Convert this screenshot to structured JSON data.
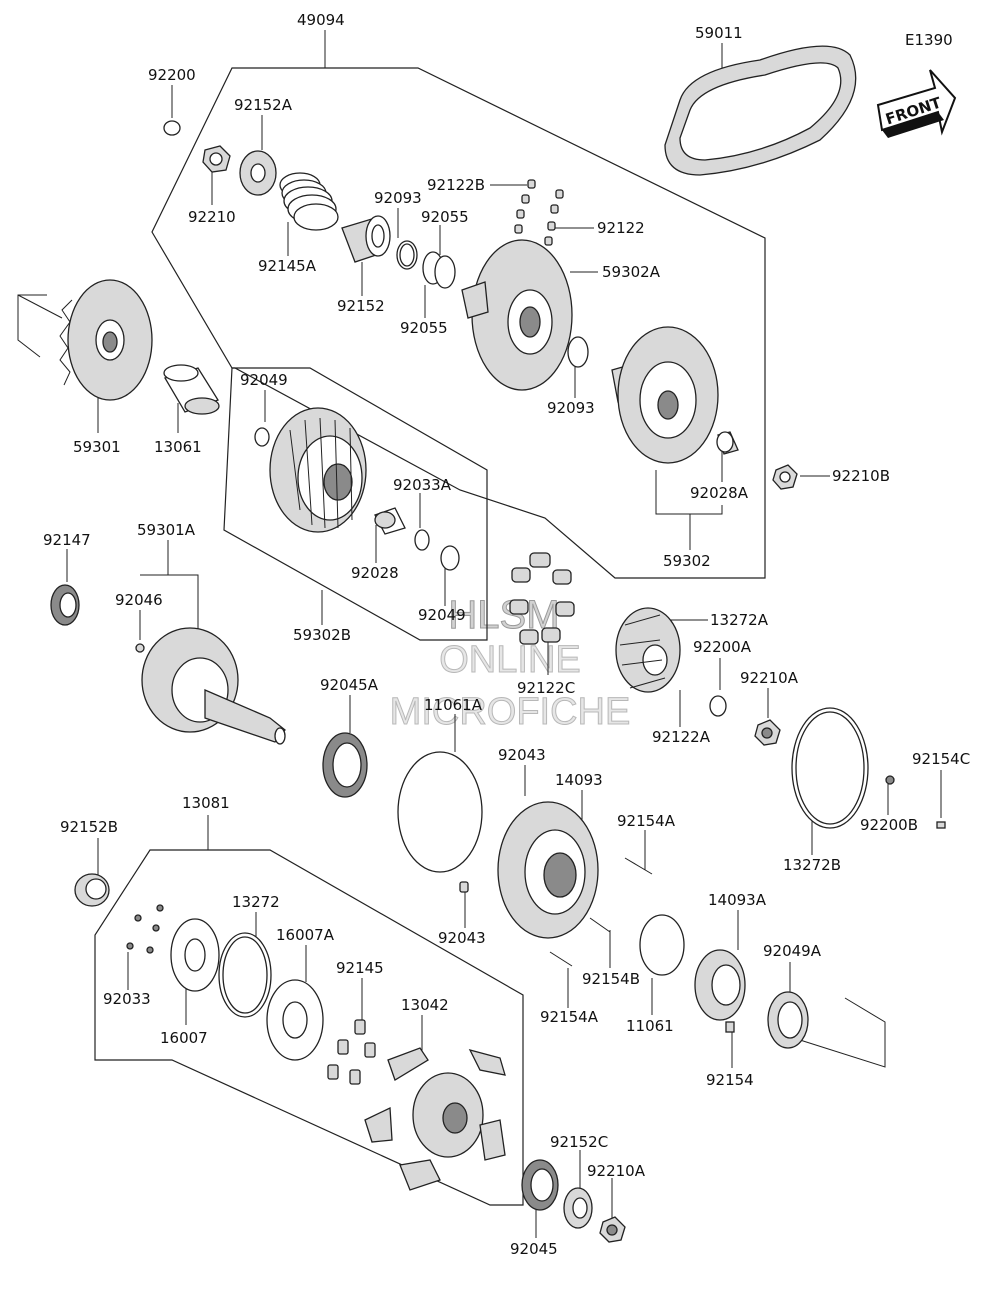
{
  "diagram": {
    "code": "E1390",
    "front_label": "FRONT",
    "watermark": [
      "HLSM",
      "ONLINE",
      "MICROFICHE"
    ],
    "parts": [
      {
        "id": "p49094",
        "label": "49094"
      },
      {
        "id": "p59011",
        "label": "59011"
      },
      {
        "id": "p92200",
        "label": "92200"
      },
      {
        "id": "p92152A",
        "label": "92152A"
      },
      {
        "id": "p92210",
        "label": "92210"
      },
      {
        "id": "p92145A",
        "label": "92145A"
      },
      {
        "id": "p92093a",
        "label": "92093"
      },
      {
        "id": "p92122B",
        "label": "92122B"
      },
      {
        "id": "p92055a",
        "label": "92055"
      },
      {
        "id": "p92122",
        "label": "92122"
      },
      {
        "id": "p92152",
        "label": "92152"
      },
      {
        "id": "p92055b",
        "label": "92055"
      },
      {
        "id": "p59302A",
        "label": "59302A"
      },
      {
        "id": "p92093b",
        "label": "92093"
      },
      {
        "id": "p59301",
        "label": "59301"
      },
      {
        "id": "p13061",
        "label": "13061"
      },
      {
        "id": "p92049a",
        "label": "92049"
      },
      {
        "id": "p92033A",
        "label": "92033A"
      },
      {
        "id": "p92028",
        "label": "92028"
      },
      {
        "id": "p92049b",
        "label": "92049"
      },
      {
        "id": "p59302B",
        "label": "59302B"
      },
      {
        "id": "p92028A",
        "label": "92028A"
      },
      {
        "id": "p92210B",
        "label": "92210B"
      },
      {
        "id": "p59302",
        "label": "59302"
      },
      {
        "id": "p92147",
        "label": "92147"
      },
      {
        "id": "p59301A",
        "label": "59301A"
      },
      {
        "id": "p92046",
        "label": "92046"
      },
      {
        "id": "p13272A",
        "label": "13272A"
      },
      {
        "id": "p92200A",
        "label": "92200A"
      },
      {
        "id": "p92210Aa",
        "label": "92210A"
      },
      {
        "id": "p92122C",
        "label": "92122C"
      },
      {
        "id": "p92122A",
        "label": "92122A"
      },
      {
        "id": "p92045A",
        "label": "92045A"
      },
      {
        "id": "p11061A",
        "label": "11061A"
      },
      {
        "id": "p92043a",
        "label": "92043"
      },
      {
        "id": "p14093",
        "label": "14093"
      },
      {
        "id": "p92154C",
        "label": "92154C"
      },
      {
        "id": "p92200B",
        "label": "92200B"
      },
      {
        "id": "p13272B",
        "label": "13272B"
      },
      {
        "id": "p92154A1",
        "label": "92154A"
      },
      {
        "id": "p13081",
        "label": "13081"
      },
      {
        "id": "p92152B",
        "label": "92152B"
      },
      {
        "id": "p13272",
        "label": "13272"
      },
      {
        "id": "p16007A",
        "label": "16007A"
      },
      {
        "id": "p92043b",
        "label": "92043"
      },
      {
        "id": "p14093A",
        "label": "14093A"
      },
      {
        "id": "p92145",
        "label": "92145"
      },
      {
        "id": "p92154B",
        "label": "92154B"
      },
      {
        "id": "p92049A",
        "label": "92049A"
      },
      {
        "id": "p92033",
        "label": "92033"
      },
      {
        "id": "p16007",
        "label": "16007"
      },
      {
        "id": "p13042",
        "label": "13042"
      },
      {
        "id": "p92154A2",
        "label": "92154A"
      },
      {
        "id": "p11061",
        "label": "11061"
      },
      {
        "id": "p92154",
        "label": "92154"
      },
      {
        "id": "p92152C",
        "label": "92152C"
      },
      {
        "id": "p92210Ab",
        "label": "92210A"
      },
      {
        "id": "p92045",
        "label": "92045"
      }
    ]
  }
}
